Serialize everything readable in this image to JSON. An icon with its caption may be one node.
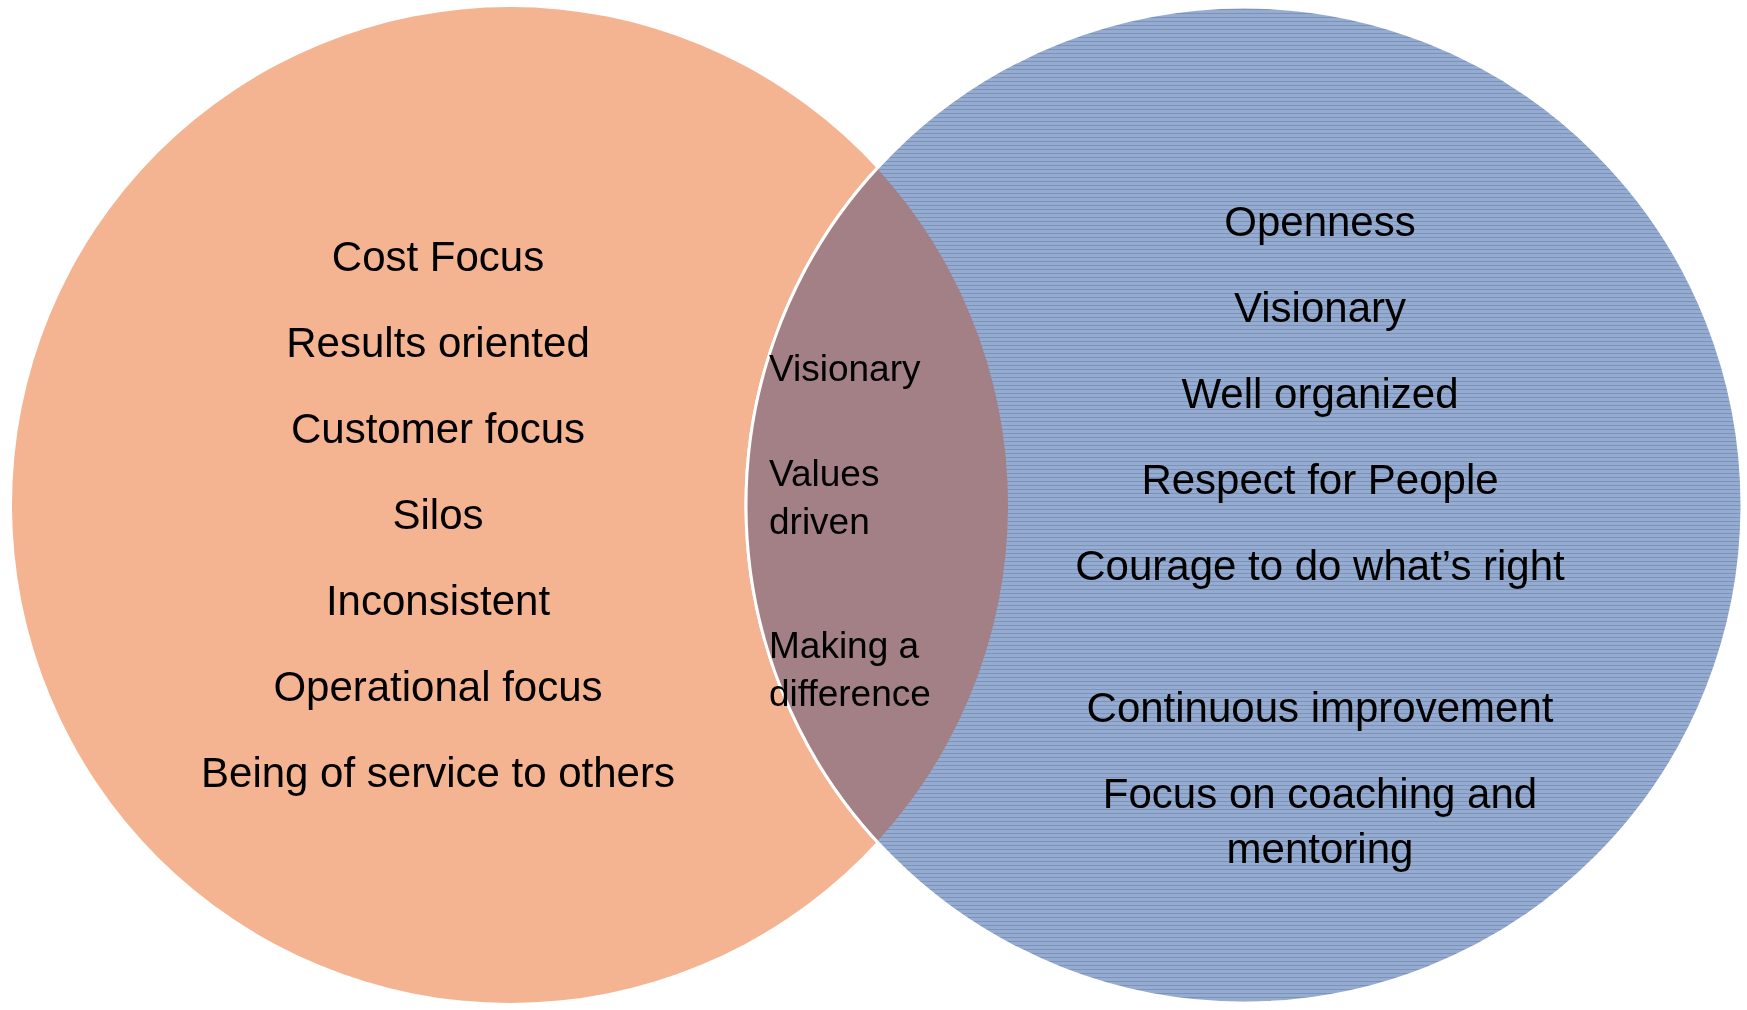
{
  "diagram": {
    "nodes": [
      {
        "text": [
          "Cost Focus",
          "Results oriented",
          "Customer focus",
          "Silos",
          "Inconsistent",
          "Operational focus",
          "Being of service to others"
        ]
      },
      {
        "text": [
          "Openness",
          "Visionary",
          "Well organized",
          "Respect for People",
          "Courage to do what’s right",
          "Continuous improvement",
          "Focus on coaching and mentoring"
        ]
      },
      {
        "text": [
          "Visionary",
          "Values driven",
          "Making a difference"
        ]
      }
    ]
  }
}
